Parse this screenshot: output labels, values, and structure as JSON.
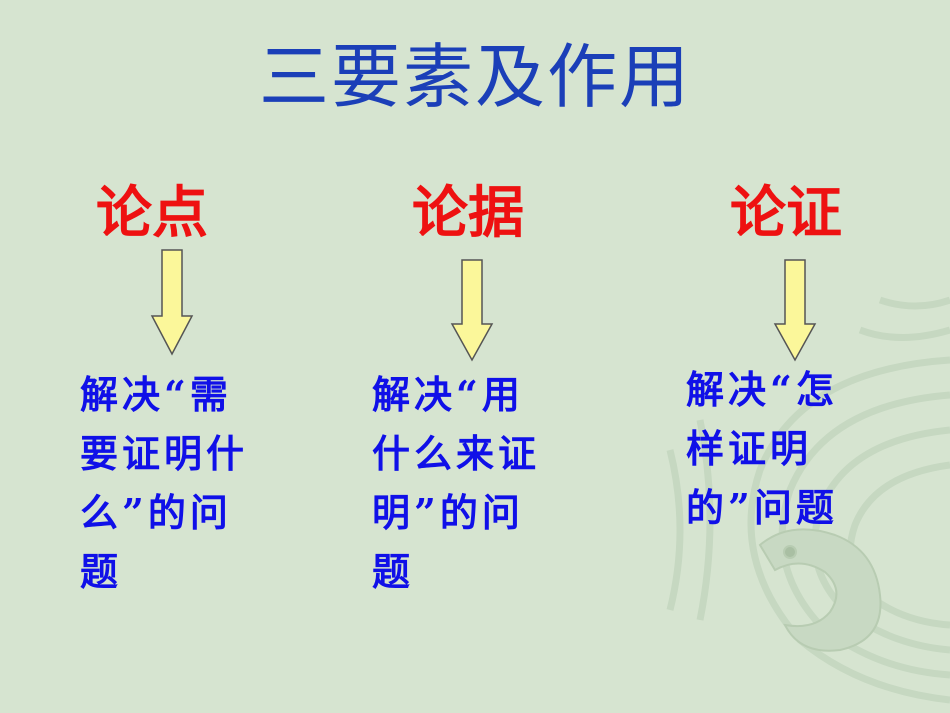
{
  "slide": {
    "title": "三要素及作用",
    "columns": [
      {
        "heading": "论点",
        "description": "解决“需\n要证明什\n么”的问\n题"
      },
      {
        "heading": "论据",
        "description": "解决“用\n什么来证\n明”的问\n题"
      },
      {
        "heading": "论证",
        "description": "解决“怎\n样证明\n的”问题"
      }
    ]
  },
  "colors": {
    "background": "#d6e4d0",
    "title": "#1b3fb8",
    "heading": "#ee1111",
    "description": "#1010e8",
    "arrow_fill": "#fbf79a"
  },
  "icons": {
    "arrow": "down-arrow-icon",
    "decoration": "dragon-motif"
  }
}
